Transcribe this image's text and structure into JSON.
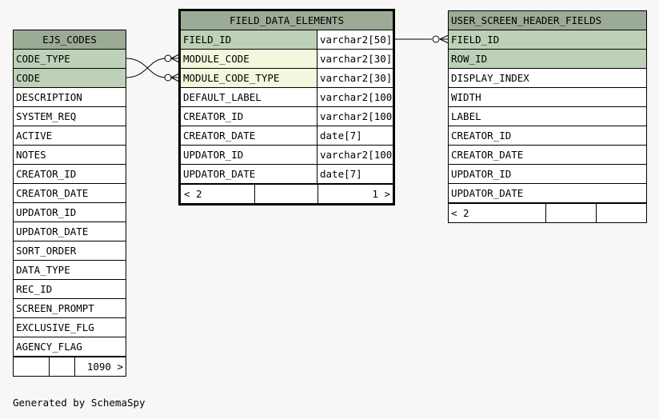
{
  "generated_label": "Generated by SchemaSpy",
  "tables": {
    "ejs_codes": {
      "name": "EJS_CODES",
      "columns": [
        "CODE_TYPE",
        "CODE",
        "DESCRIPTION",
        "SYSTEM_REQ",
        "ACTIVE",
        "NOTES",
        "CREATOR_ID",
        "CREATOR_DATE",
        "UPDATOR_ID",
        "UPDATOR_DATE",
        "SORT_ORDER",
        "DATA_TYPE",
        "REC_ID",
        "SCREEN_PROMPT",
        "EXCLUSIVE_FLG",
        "AGENCY_FLAG"
      ],
      "footer": [
        "",
        "",
        "1090 >"
      ]
    },
    "field_data_elements": {
      "name": "FIELD_DATA_ELEMENTS",
      "columns": [
        "FIELD_ID",
        "MODULE_CODE",
        "MODULE_CODE_TYPE",
        "DEFAULT_LABEL",
        "CREATOR_ID",
        "CREATOR_DATE",
        "UPDATOR_ID",
        "UPDATOR_DATE"
      ],
      "types": [
        "varchar2[50]",
        "varchar2[30]",
        "varchar2[30]",
        "varchar2[100]",
        "varchar2[100]",
        "date[7]",
        "varchar2[100]",
        "date[7]"
      ],
      "footer": [
        "< 2",
        "",
        "1 >"
      ]
    },
    "user_screen_header_fields": {
      "name": "USER_SCREEN_HEADER_FIELDS",
      "columns": [
        "FIELD_ID",
        "ROW_ID",
        "DISPLAY_INDEX",
        "WIDTH",
        "LABEL",
        "CREATOR_ID",
        "CREATOR_DATE",
        "UPDATOR_ID",
        "UPDATOR_DATE"
      ],
      "footer": [
        "< 2",
        "",
        ""
      ]
    }
  },
  "colors": {
    "header": "#9bab96",
    "primary_key": "#bed1b8",
    "foreign_key": "#f4f7dc",
    "background": "#f7f7f7"
  }
}
